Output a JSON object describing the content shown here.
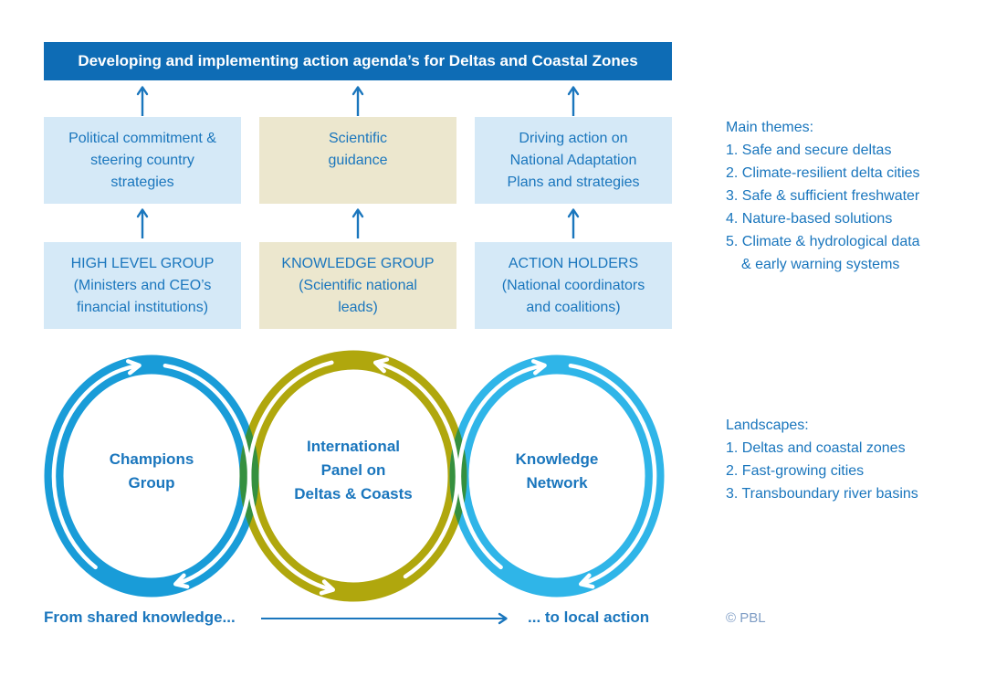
{
  "banner": {
    "title": "Developing and implementing action agenda’s for Deltas and Coastal Zones"
  },
  "rows": {
    "row1": [
      {
        "lines": [
          "Political commitment &",
          "steering country",
          "strategies"
        ]
      },
      {
        "lines": [
          "Scientific",
          "guidance"
        ]
      },
      {
        "lines": [
          "Driving action on",
          "National Adaptation",
          "Plans and strategies"
        ]
      }
    ],
    "row2": [
      {
        "lines": [
          "HIGH LEVEL GROUP",
          "(Ministers and CEO’s",
          "financial institutions)"
        ]
      },
      {
        "lines": [
          "KNOWLEDGE GROUP",
          "(Scientific national",
          "leads)"
        ]
      },
      {
        "lines": [
          "ACTION HOLDERS",
          "(National coordinators",
          "and coalitions)"
        ]
      }
    ]
  },
  "themes": {
    "heading": "Main themes:",
    "items": [
      "1. Safe and secure deltas",
      "2. Climate-resilient delta cities",
      "3. Safe & sufficient freshwater",
      "4. Nature-based solutions",
      "5. Climate & hydrological data",
      "& early warning systems"
    ]
  },
  "landscapes": {
    "heading": "Landscapes:",
    "items": [
      "1. Deltas and coastal zones",
      "2. Fast-growing cities",
      "3. Transboundary river basins"
    ]
  },
  "circles": [
    {
      "lines": [
        "Champions",
        "Group"
      ],
      "direction": "clockwise"
    },
    {
      "lines": [
        "International",
        "Panel on",
        "Deltas & Coasts"
      ],
      "direction": "counterclockwise"
    },
    {
      "lines": [
        "Knowledge",
        "Network"
      ],
      "direction": "clockwise"
    }
  ],
  "footer": {
    "from": "From shared knowledge...",
    "to": "... to local action",
    "credit": "© PBL"
  },
  "icons": {
    "up_arrow": "↑",
    "flow_arrow": "→",
    "cycle_arrow": "open chevron on ring"
  },
  "colors": {
    "banner_bg": "#0E6CB5",
    "banner_text": "#FFFFFF",
    "box_blue": "#D5E9F7",
    "box_beige": "#ECE7CE",
    "text_blue": "#1A76BD",
    "arrow_blue": "#1A76BD",
    "ring_blue": "#199CD8",
    "ring_olive": "#B0A70D",
    "ring_cyan": "#2FB5E8",
    "overlap_green": "#35903F",
    "credit_text": "#7F9DC5"
  }
}
